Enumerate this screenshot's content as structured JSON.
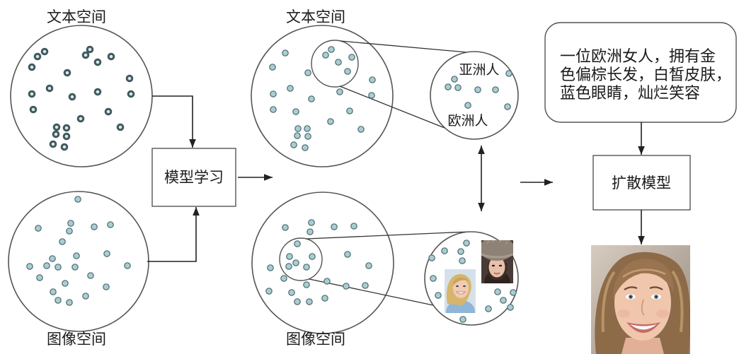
{
  "diagram": {
    "left": {
      "text_space_label": "文本空间",
      "image_space_label": "图像空间"
    },
    "model_learning_label": "模型学习",
    "middle": {
      "text_space_label": "文本空间",
      "image_space_label": "图像空间",
      "text_zoom": {
        "asian_label": "亚洲人",
        "european_label": "欧洲人"
      }
    },
    "prompt": {
      "lines": [
        "一位欧洲女人，拥有金",
        "色偏棕长发，白皙皮肤，",
        "蓝色眼睛，灿烂笑容"
      ]
    },
    "diffusion_model_label": "扩散模型"
  },
  "colors": {
    "text": "#1a1a1a",
    "outline": "#555555",
    "text_embedding_dot_ring": "#3f5a5e",
    "text_embedding_dot_center": "#dbe7e8",
    "embedding_dot_fill": "#a9cdd2",
    "embedding_dot_stroke": "#4b6a6e"
  }
}
